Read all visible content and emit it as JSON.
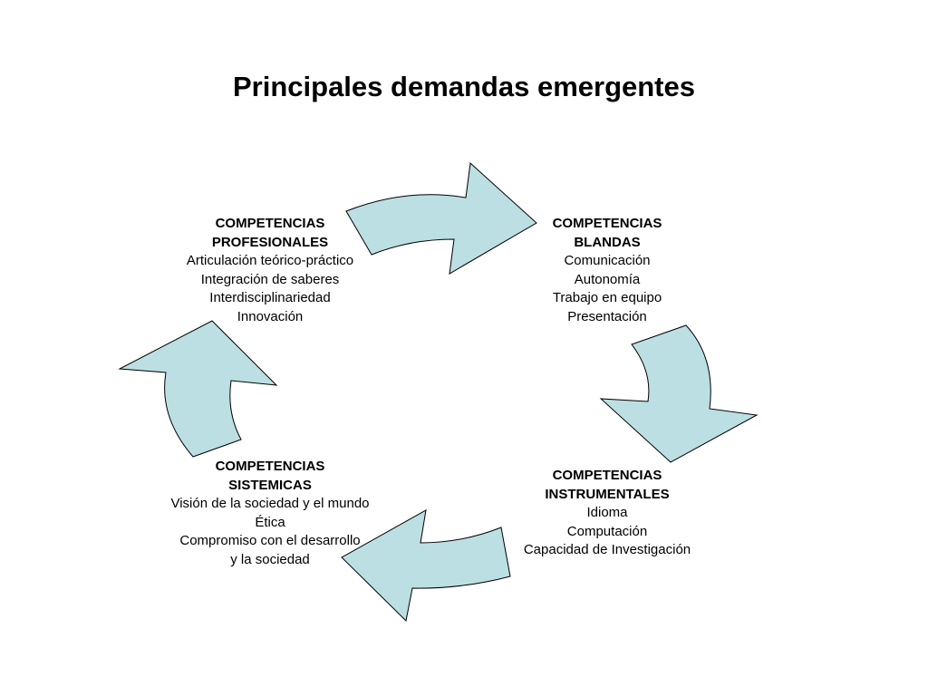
{
  "title": "Principales demandas emergentes",
  "colors": {
    "arrow_fill": "#bcdfe3",
    "arrow_stroke": "#000000",
    "text": "#000000",
    "background": "#ffffff"
  },
  "blocks": {
    "profesionales": {
      "heading": [
        "COMPETENCIAS",
        "PROFESIONALES"
      ],
      "items": [
        "Articulación teórico-práctico",
        "Integración de saberes",
        "Interdisciplinariedad",
        "Innovación"
      ]
    },
    "blandas": {
      "heading": [
        "COMPETENCIAS",
        "BLANDAS"
      ],
      "items": [
        "Comunicación",
        "Autonomía",
        "Trabajo en equipo",
        "Presentación"
      ]
    },
    "instrumentales": {
      "heading": [
        "COMPETENCIAS",
        "INSTRUMENTALES"
      ],
      "items": [
        "Idioma",
        "Computación",
        "Capacidad de Investigación"
      ]
    },
    "sistemicas": {
      "heading": [
        "COMPETENCIAS",
        "SISTEMICAS"
      ],
      "items": [
        "Visión de la sociedad y el mundo",
        "Ética",
        "Compromiso con el desarrollo",
        "y la sociedad"
      ]
    }
  },
  "cycle_arrows": [
    {
      "from": "profesionales",
      "to": "blandas"
    },
    {
      "from": "blandas",
      "to": "instrumentales"
    },
    {
      "from": "instrumentales",
      "to": "sistemicas"
    },
    {
      "from": "sistemicas",
      "to": "profesionales"
    }
  ]
}
